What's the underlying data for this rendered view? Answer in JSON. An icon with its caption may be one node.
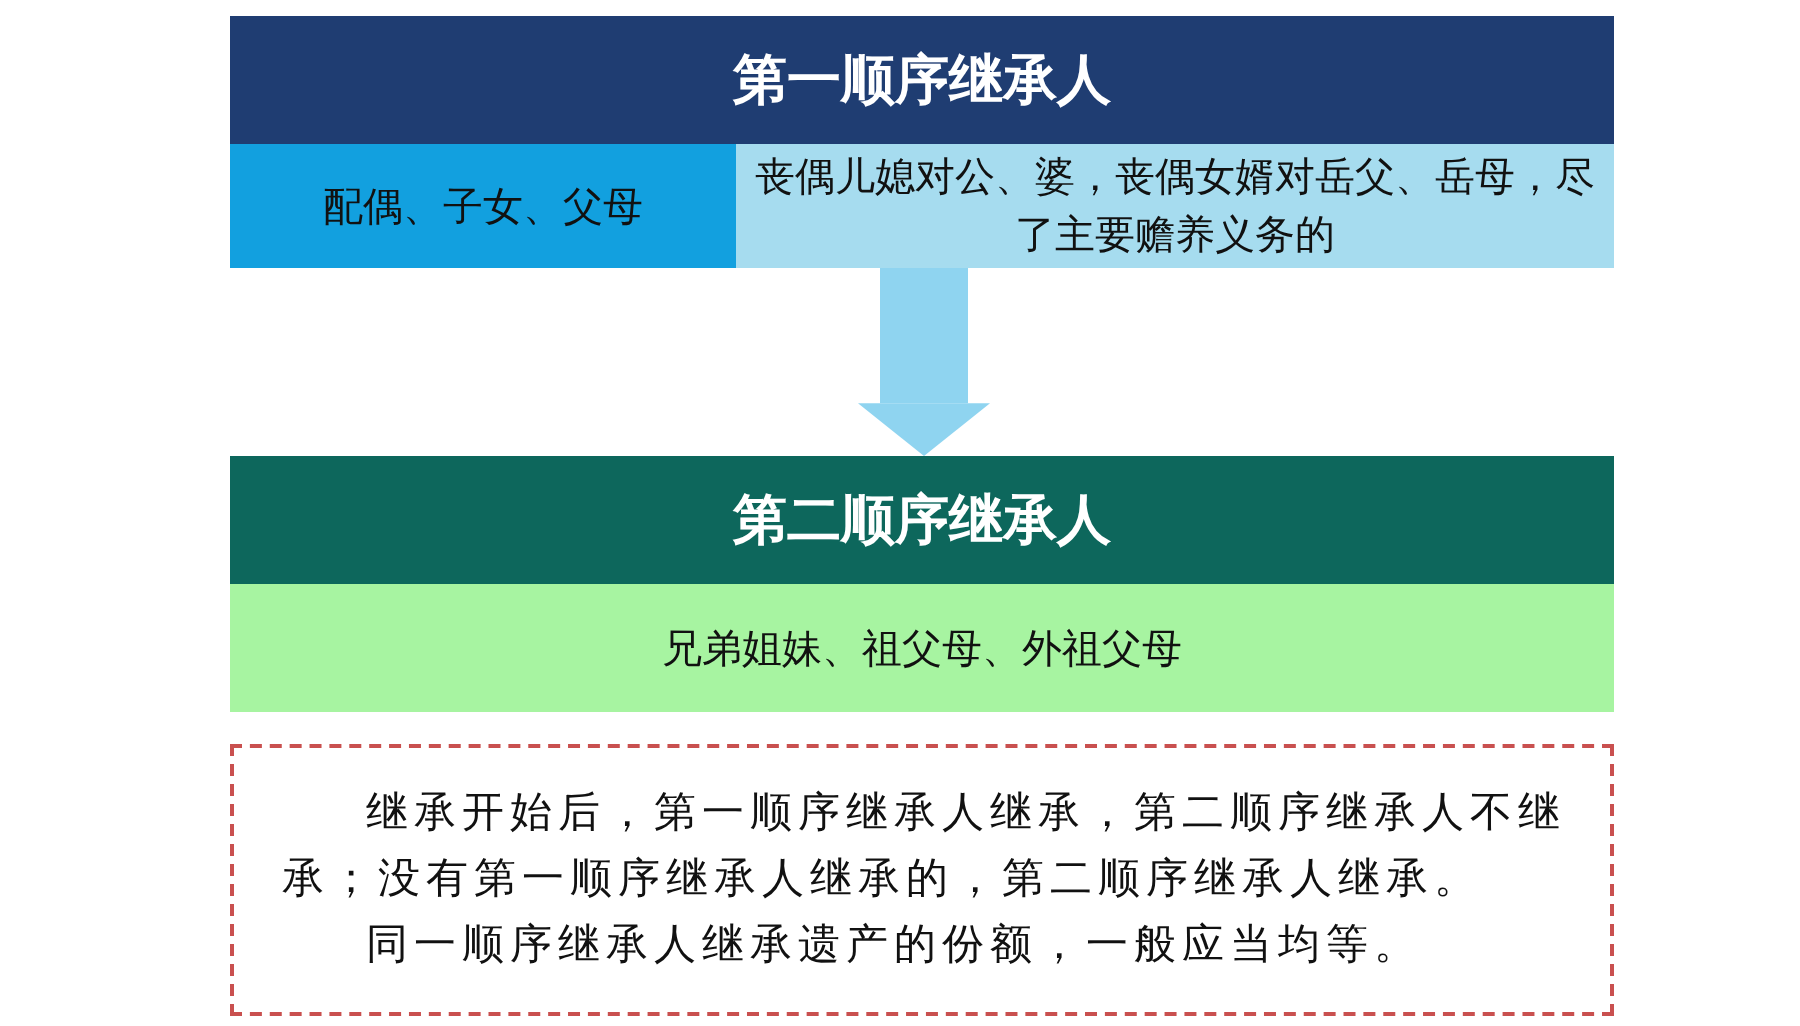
{
  "diagram": {
    "nodes": [
      {
        "text": [
          "第一顺序继承人"
        ]
      },
      {
        "text": [
          "配偶、子女、父母"
        ],
        "in": 0
      },
      {
        "text": [
          "丧偶儿媳对公、婆，丧偶女婿对岳父、岳母，尽了主要赡养义务的"
        ],
        "in": 0
      },
      {
        "text": [
          "第二顺序继承人"
        ]
      },
      {
        "text": [
          "兄弟姐妹、祖父母、外祖父母"
        ],
        "in": 3
      },
      {
        "text": [
          "继承开始后，第一顺序继承人继承，第二顺序继承人不继承；没有第一顺序继承人继承的，第二顺序继承人继承。",
          "同一顺序继承人继承遗产的份额，一般应当均等。"
        ]
      }
    ],
    "edges": [
      {
        "from": 0,
        "to": 3,
        "arrow": "to"
      }
    ]
  }
}
